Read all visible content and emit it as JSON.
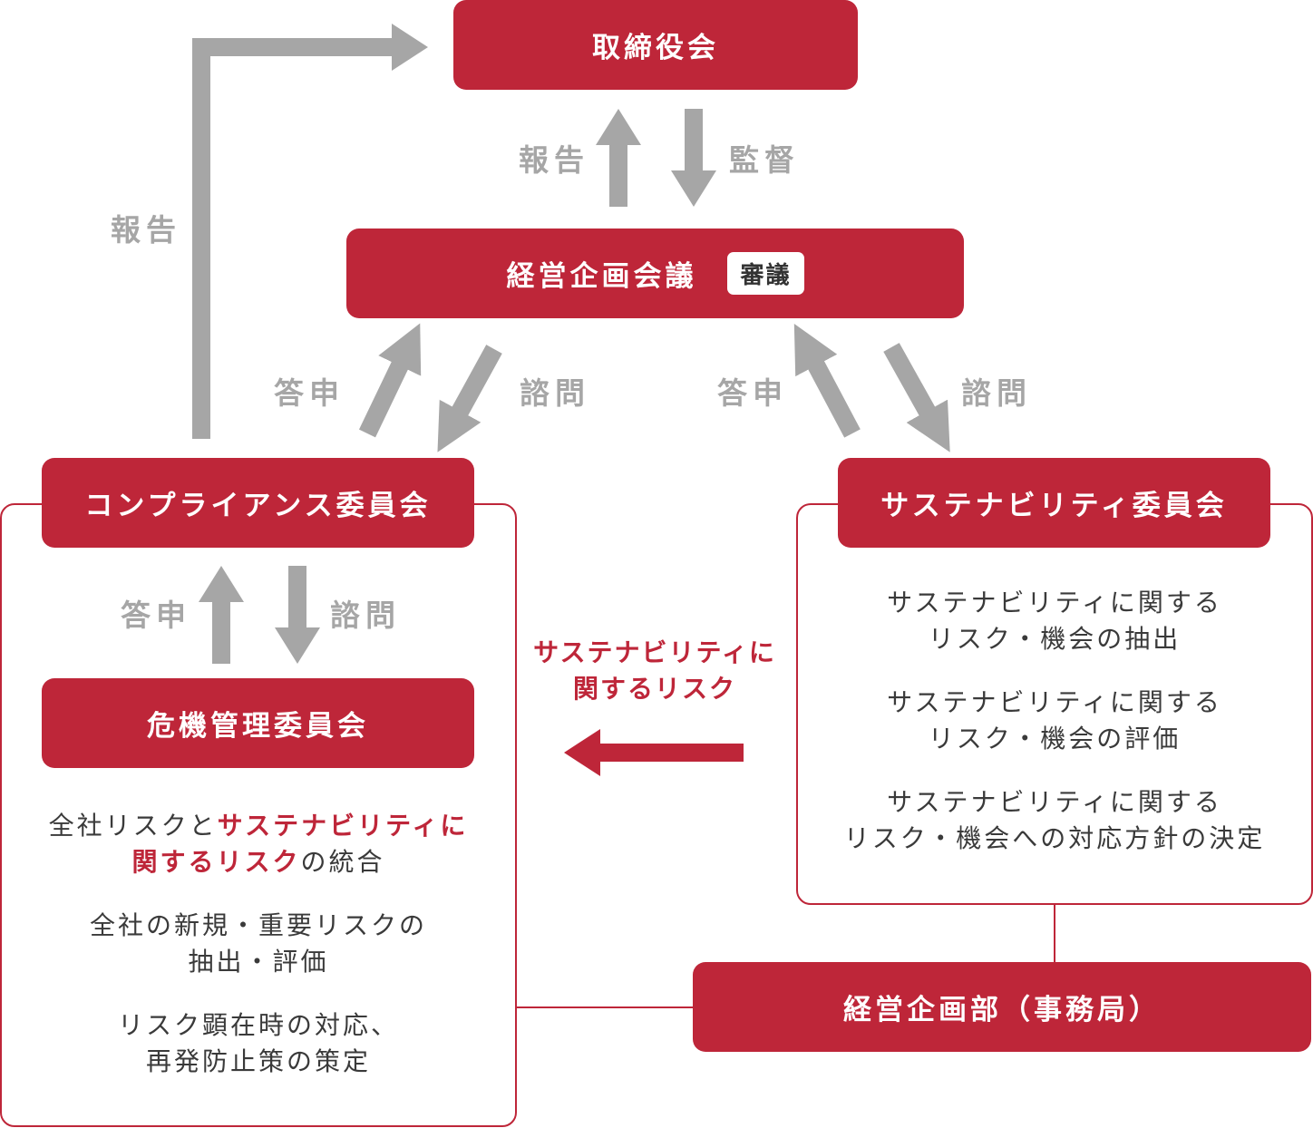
{
  "colors": {
    "accent": "#be2639",
    "arrow": "#a6a6a6",
    "text": "#3a3a3a"
  },
  "boxes": {
    "board": "取締役会",
    "planning_meeting": "経営企画会議",
    "planning_badge": "審議",
    "compliance": "コンプライアンス委員会",
    "sustainability": "サステナビリティ委員会",
    "crisis": "危機管理委員会",
    "secretariat": "経営企画部（事務局）"
  },
  "labels": {
    "report_top": "報告",
    "supervise": "監督",
    "report_left": "報告",
    "answer_left": "答申",
    "consult_left": "諮問",
    "answer_right": "答申",
    "consult_right": "諮問",
    "answer_lower": "答申",
    "consult_lower": "諮問"
  },
  "flow_label": {
    "line1": "サステナビリティに",
    "line2": "関するリスク"
  },
  "crisis_items": [
    {
      "pre": "全社リスクと",
      "red1": "サステナビリティに",
      "red2": "関するリスク",
      "post": "の統合"
    },
    {
      "line1": "全社の新規・重要リスクの",
      "line2": "抽出・評価"
    },
    {
      "line1": "リスク顕在時の対応、",
      "line2": "再発防止策の策定"
    }
  ],
  "sustainability_items": [
    {
      "line1": "サステナビリティに関する",
      "line2": "リスク・機会の抽出"
    },
    {
      "line1": "サステナビリティに関する",
      "line2": "リスク・機会の評価"
    },
    {
      "line1": "サステナビリティに関する",
      "line2": "リスク・機会への対応方針の決定"
    }
  ]
}
